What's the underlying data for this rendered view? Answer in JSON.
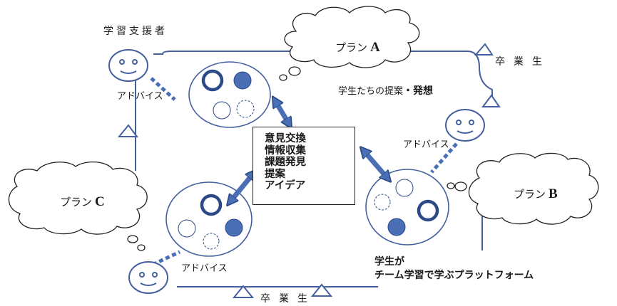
{
  "labels": {
    "support_person": "学習支援者",
    "advice": "アドバイス",
    "graduate": "卒業生",
    "plan_prefix": "プラン",
    "plan_a_letter": "A",
    "plan_b_letter": "B",
    "plan_c_letter": "C"
  },
  "proposal": {
    "prefix": "学生たちの提案",
    "dot": "・",
    "highlight": "発想"
  },
  "center_box": {
    "items": [
      "意見交換",
      "情報収集",
      "課題発見",
      "提案",
      "アイデア"
    ]
  },
  "platform": {
    "line1": "学生が",
    "line2": "チーム学習で学ぶプラットフォーム"
  },
  "colors": {
    "accent": "#4a6fb5",
    "dark_blue": "#2b4a87",
    "line": "#44609f",
    "outline": "#222222"
  },
  "icons": [
    "smiley-icon",
    "triangle-icon",
    "cloud-icon",
    "double-arrow-icon",
    "circle-icon"
  ]
}
